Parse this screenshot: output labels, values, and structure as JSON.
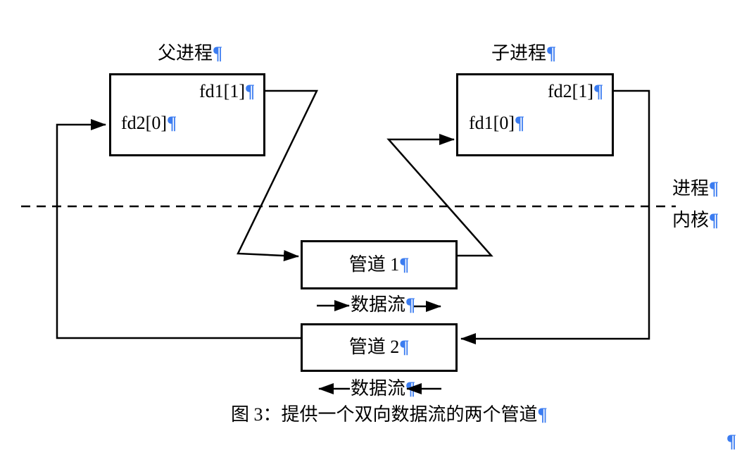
{
  "pilcrow": "¶",
  "colors": {
    "line": "#000000",
    "text": "#000000",
    "pilcrow_blue": "#3b7cf0",
    "background": "#ffffff"
  },
  "parent_box": {
    "title": "父进程",
    "fd_write": "fd1[1]",
    "fd_read": "fd2[0]"
  },
  "child_box": {
    "title": "子进程",
    "fd_write": "fd2[1]",
    "fd_read": "fd1[0]"
  },
  "pipe1": {
    "label": "管道 1"
  },
  "pipe2": {
    "label": "管道 2"
  },
  "boundary": {
    "process_label": "进程",
    "kernel_label": "内核"
  },
  "dataflow_pipe1": {
    "label": "数据流",
    "direction": "right"
  },
  "dataflow_pipe2": {
    "label": "数据流",
    "direction": "left"
  },
  "caption": "图 3：提供一个双向数据流的两个管道"
}
